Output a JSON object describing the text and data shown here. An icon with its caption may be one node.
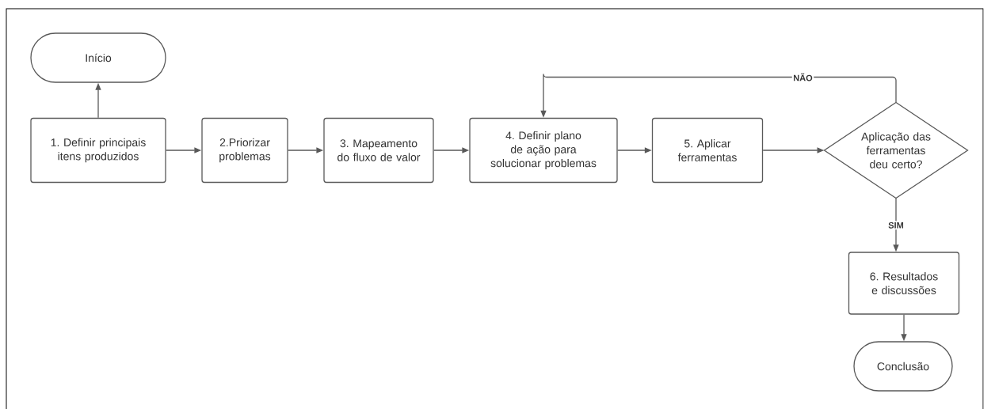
{
  "diagram": {
    "nodes": [
      {
        "text": [
          "Início"
        ]
      },
      {
        "text": [
          "1. Definir principais itens produzidos"
        ]
      },
      {
        "text": [
          "2.Priorizar problemas"
        ]
      },
      {
        "text": [
          "3. Mapeamento do fluxo de valor"
        ]
      },
      {
        "text": [
          "4. Definir plano de ação para solucionar problemas"
        ]
      },
      {
        "text": [
          "5. Aplicar ferramentas"
        ]
      },
      {
        "text": [
          "Aplicação das ferramentas deu certo?"
        ]
      },
      {
        "text": [
          "6. Resultados e discussões"
        ]
      },
      {
        "text": [
          "Conclusão"
        ]
      }
    ],
    "edges": [
      {
        "from": 1,
        "to": 0,
        "arrow": "to"
      },
      {
        "from": 1,
        "to": 2,
        "arrow": "to"
      },
      {
        "from": 2,
        "to": 3,
        "arrow": "to"
      },
      {
        "from": 3,
        "to": 4,
        "arrow": "to"
      },
      {
        "from": 4,
        "to": 5,
        "arrow": "to"
      },
      {
        "from": 5,
        "to": 6,
        "arrow": "to"
      },
      {
        "from": 6,
        "to": 4,
        "arrow": "to",
        "label": "NÃO"
      },
      {
        "from": 6,
        "to": 7,
        "arrow": "to",
        "label": "SIM"
      },
      {
        "from": 7,
        "to": 8,
        "arrow": "to"
      }
    ]
  }
}
